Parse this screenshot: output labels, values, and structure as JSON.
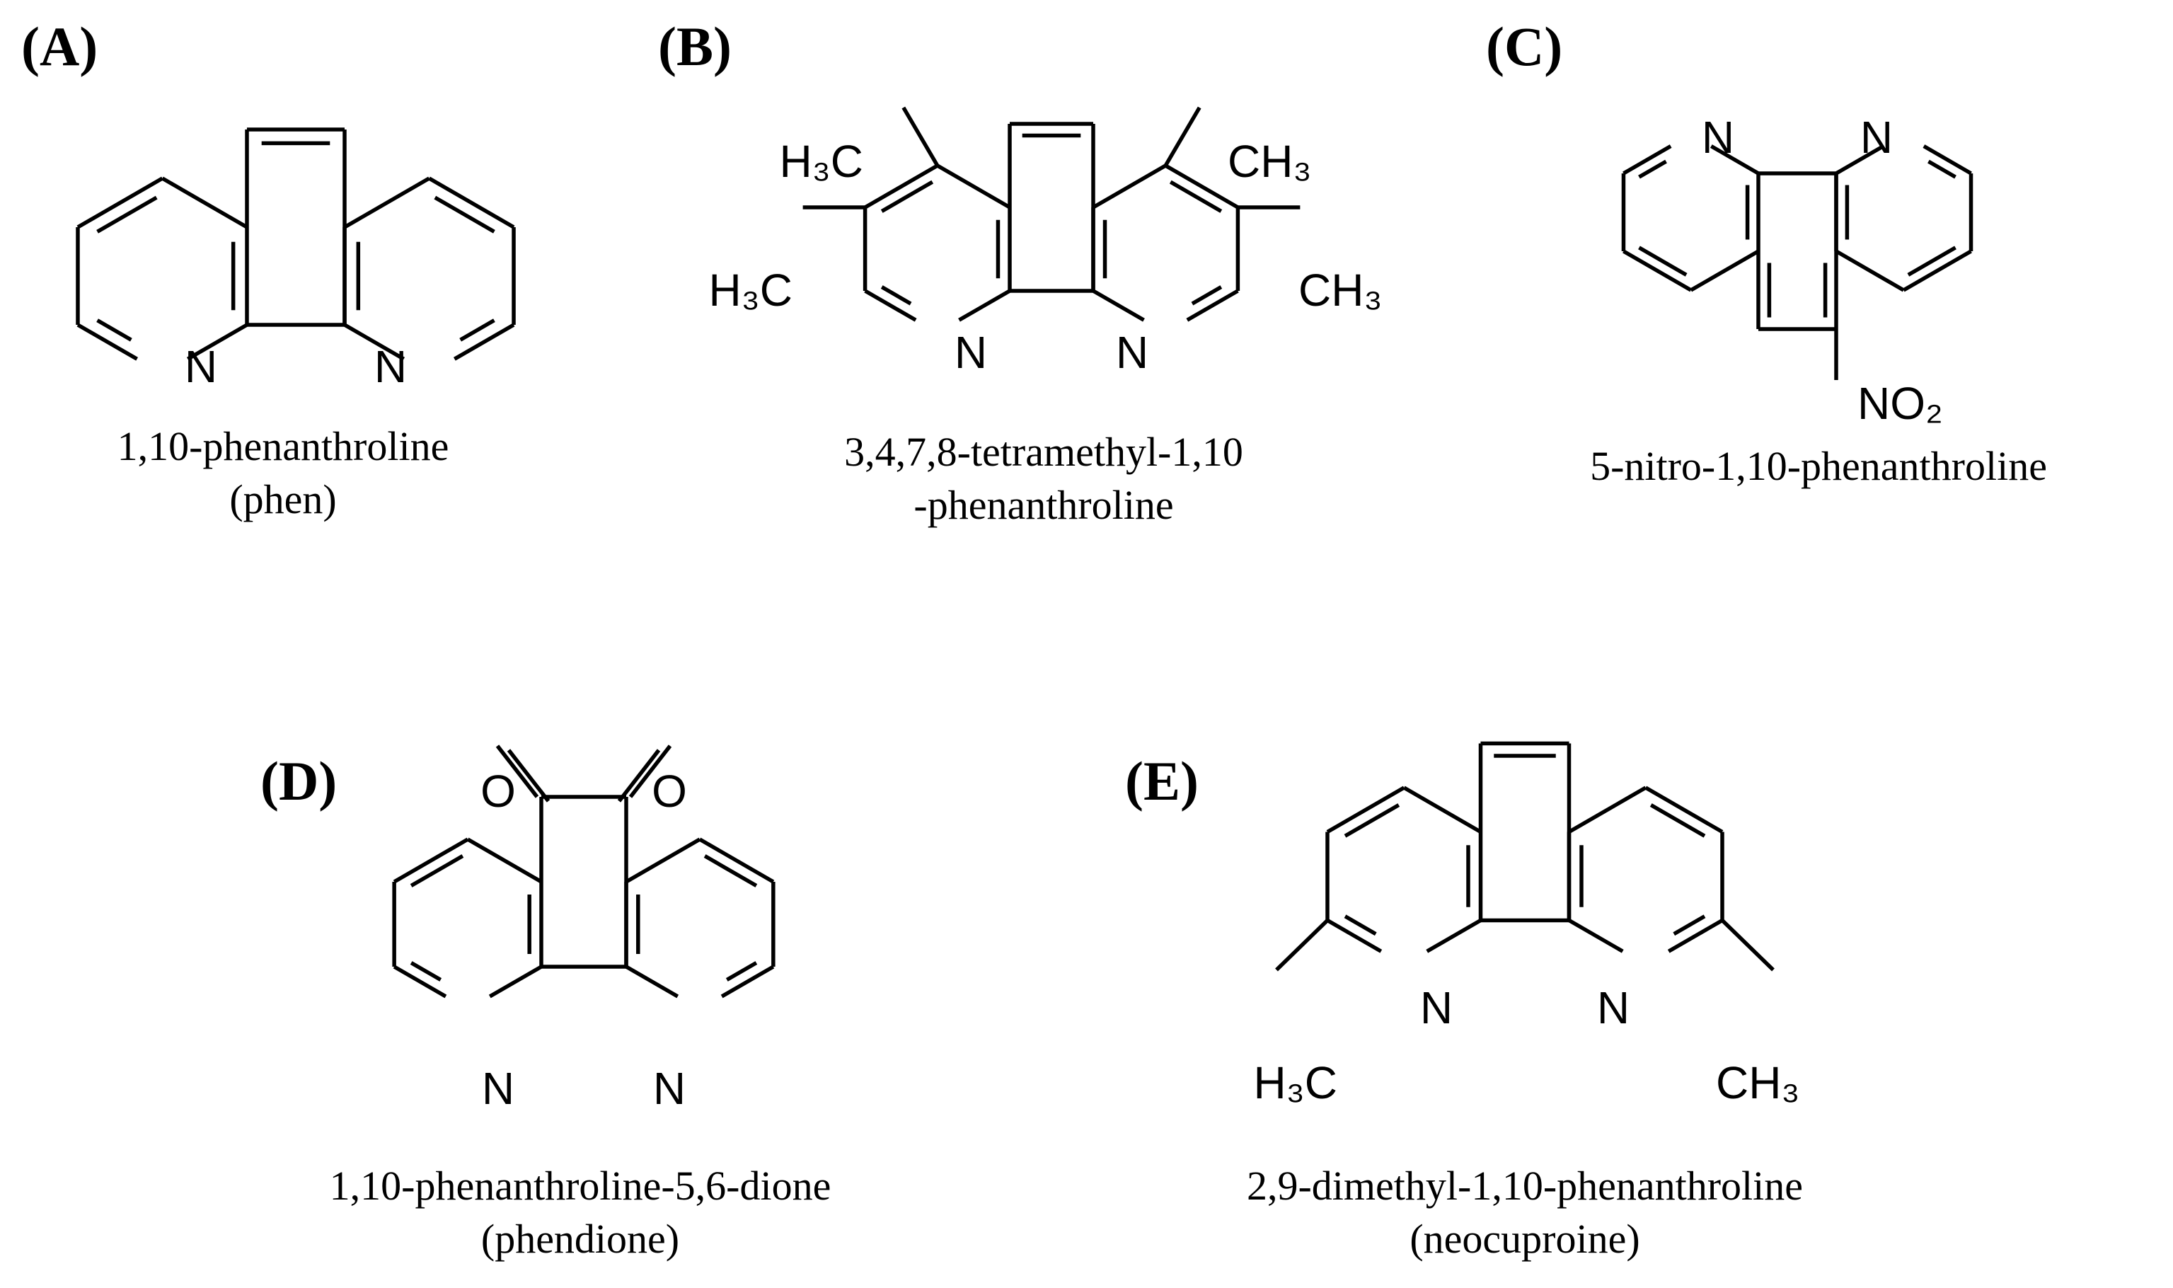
{
  "panels": [
    {
      "label": "(A)",
      "caption_lines": [
        "1,10-phenanthroline",
        "(phen)"
      ]
    },
    {
      "label": "(B)",
      "caption_lines": [
        "3,4,7,8-tetramethyl-1,10",
        "-phenanthroline"
      ]
    },
    {
      "label": "(C)",
      "caption_lines": [
        "5-nitro-1,10-phenanthroline"
      ]
    },
    {
      "label": "(D)",
      "caption_lines": [
        "1,10-phenanthroline-5,6-dione",
        "(phendione)"
      ]
    },
    {
      "label": "(E)",
      "caption_lines": [
        "2,9-dimethyl-1,10-phenanthroline",
        "(neocuproine)"
      ]
    }
  ],
  "atom_labels": {
    "nitrogen": "N",
    "oxygen": "O",
    "methyl_left": "H₃C",
    "methyl_right": "CH₃",
    "nitro": "NO₂"
  }
}
